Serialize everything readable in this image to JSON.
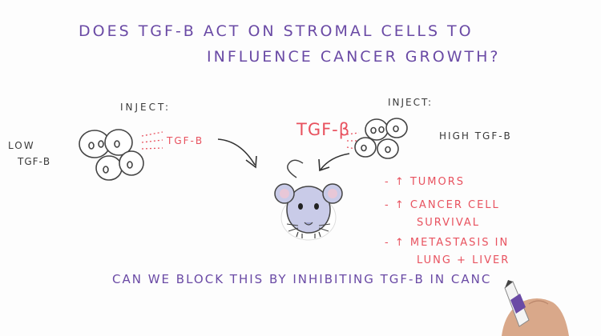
{
  "title": {
    "line1": "Does TGF-β act on stromal cells to",
    "line2": "influence cancer growth?"
  },
  "left": {
    "inject_label": "Inject:",
    "condition_line1": "Low",
    "condition_line2": "TGF-β",
    "injected_label": "TGF-β"
  },
  "right": {
    "inject_label": "Inject:",
    "injected_label": "TGF-β",
    "condition": "High TGF-β"
  },
  "effects": {
    "item1": "- ↑ Tumors",
    "item2_line1": "- ↑ Cancer cell",
    "item2_line2": "survival",
    "item3_line1": "- ↑ Metastasis in",
    "item3_line2": "lung + liver"
  },
  "question": "Can we block this by inhibiting TGF-β in canc",
  "colors": {
    "title_purple": "#6a4aa5",
    "marker_red": "#e8525f",
    "ink_dark": "#3a3a3a",
    "mouse_body": "#c9cbe8",
    "mouse_shadow": "#9fa3cf"
  },
  "icons": [
    "cell-cluster-icon",
    "mouse-icon",
    "arrow-icon",
    "marker-pen-icon",
    "hand-icon"
  ]
}
